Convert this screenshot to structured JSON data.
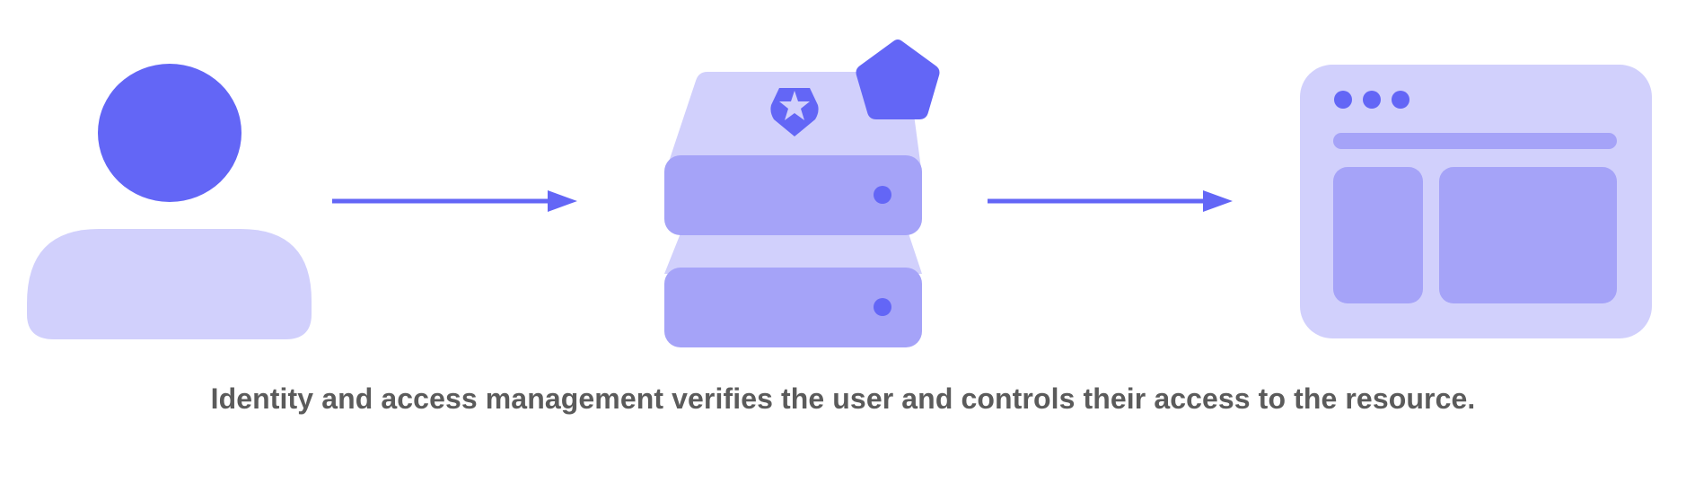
{
  "caption": "Identity and access management verifies the user and controls their access to the resource.",
  "nodes": [
    {
      "id": "user",
      "icon": "user-icon"
    },
    {
      "id": "identity-server",
      "icon": "server-stack-icon",
      "badges": [
        "shield-star-icon",
        "pentagon-icon"
      ]
    },
    {
      "id": "resource",
      "icon": "browser-window-icon"
    }
  ],
  "edges": [
    {
      "from": "user",
      "to": "identity-server"
    },
    {
      "from": "identity-server",
      "to": "resource"
    }
  ],
  "colors": {
    "primary": "#6366F6",
    "light": "#D1D0FC",
    "medium": "#A5A3F8",
    "text": "#5B5B5B",
    "background": "#FFFFFF"
  }
}
